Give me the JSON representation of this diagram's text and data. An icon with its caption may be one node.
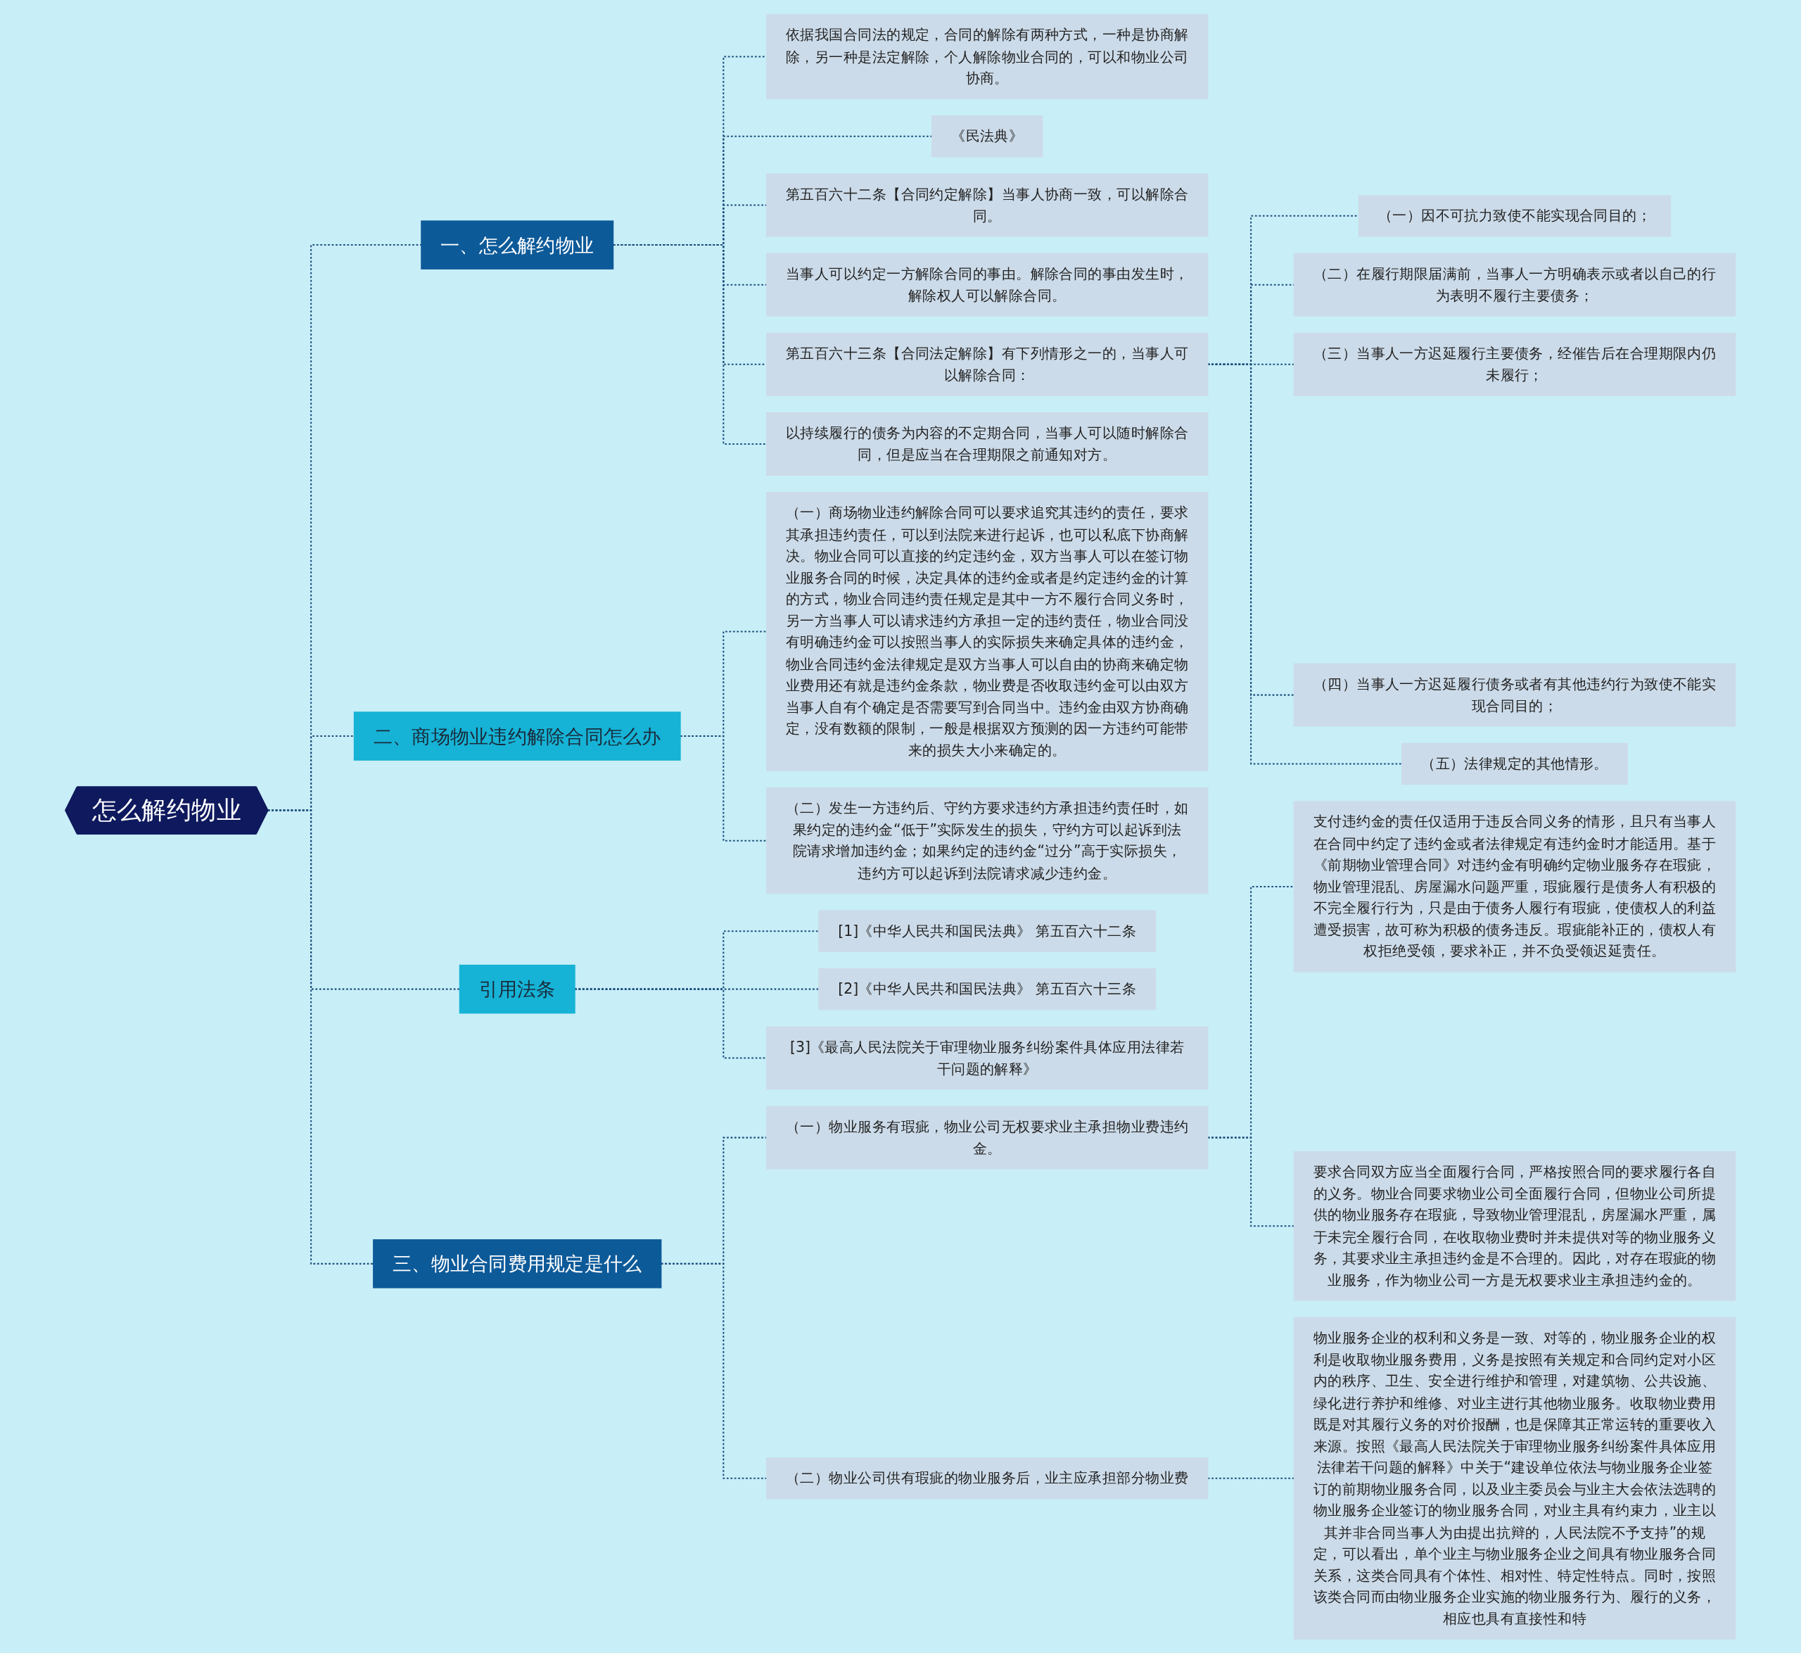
{
  "diagram": {
    "nodes": [
      {
        "text": [
          "怎么解约物业"
        ]
      },
      {
        "text": [
          "一、怎么解约物业"
        ]
      },
      {
        "text": [
          "依据我国合同法的规定，合同的解除有两种方式，一种是协商解除，另一种是法定解除，个人解除物业合同的，可以和物业公司协商。"
        ]
      },
      {
        "text": [
          "《民法典》"
        ]
      },
      {
        "text": [
          "第五百六十二条【合同约定解除】当事人协商一致，可以解除合同。"
        ]
      },
      {
        "text": [
          "当事人可以约定一方解除合同的事由。解除合同的事由发生时，解除权人可以解除合同。"
        ]
      },
      {
        "text": [
          "第五百六十三条【合同法定解除】有下列情形之一的，当事人可以解除合同："
        ]
      },
      {
        "text": [
          "（一）因不可抗力致使不能实现合同目的；"
        ]
      },
      {
        "text": [
          "（二）在履行期限届满前，当事人一方明确表示或者以自己的行为表明不履行主要债务；"
        ]
      },
      {
        "text": [
          "（三）当事人一方迟延履行主要债务，经催告后在合理期限内仍未履行；"
        ]
      },
      {
        "text": [
          "（四）当事人一方迟延履行债务或者有其他违约行为致使不能实现合同目的；"
        ]
      },
      {
        "text": [
          "（五）法律规定的其他情形。"
        ]
      },
      {
        "text": [
          "以持续履行的债务为内容的不定期合同，当事人可以随时解除合同，但是应当在合理期限之前通知对方。"
        ]
      },
      {
        "text": [
          "二、商场物业违约解除合同怎么办"
        ]
      },
      {
        "text": [
          "（一）商场物业违约解除合同可以要求追究其违约的责任，要求其承担违约责任，可以到法院来进行起诉，也可以私底下协商解决。物业合同可以直接的约定违约金，双方当事人可以在签订物业服务合同的时候，决定具体的违约金或者是约定违约金的计算的方式，物业合同违约责任规定是其中一方不履行合同义务时，另一方当事人可以请求违约方承担一定的违约责任，物业合同没有明确违约金可以按照当事人的实际损失来确定具体的违约金，物业合同违约金法律规定是双方当事人可以自由的协商来确定物业费用还有就是违约金条款，物业费是否收取违约金可以由双方当事人自有个确定是否需要写到合同当中。违约金由双方协商确定，没有数额的限制，一般是根据双方预测的因一方违约可能带来的损失大小来确定的。"
        ]
      },
      {
        "text": [
          "（二）发生一方违约后、守约方要求违约方承担违约责任时，如果约定的违约金“低于”实际发生的损失，守约方可以起诉到法院请求增加违约金；如果约定的违约金“过分”高于实际损失，违约方可以起诉到法院请求减少违约金。"
        ]
      },
      {
        "text": [
          "引用法条"
        ]
      },
      {
        "text": [
          "[1]《中华人民共和国民法典》 第五百六十二条"
        ]
      },
      {
        "text": [
          "[2]《中华人民共和国民法典》 第五百六十三条"
        ]
      },
      {
        "text": [
          "[3]《最高人民法院关于审理物业服务纠纷案件具体应用法律若干问题的解释》"
        ]
      },
      {
        "text": [
          "三、物业合同费用规定是什么"
        ]
      },
      {
        "text": [
          "（一）物业服务有瑕疵，物业公司无权要求业主承担物业费违约金。"
        ]
      },
      {
        "text": [
          "支付违约金的责任仅适用于违反合同义务的情形，且只有当事人在合同中约定了违约金或者法律规定有违约金时才能适用。基于《前期物业管理合同》对违约金有明确约定物业服务存在瑕疵，物业管理混乱、房屋漏水问题严重，瑕疵履行是债务人有积极的不完全履行行为，只是由于债务人履行有瑕疵，使债权人的利益遭受损害，故可称为积极的债务违反。瑕疵能补正的，债权人有权拒绝受领，要求补正，并不负受领迟延责任。"
        ]
      },
      {
        "text": [
          "要求合同双方应当全面履行合同，严格按照合同的要求履行各自的义务。物业合同要求物业公司全面履行合同，但物业公司所提供的物业服务存在瑕疵，导致物业管理混乱，房屋漏水严重，属于未完全履行合同，在收取物业费时并未提供对等的物业服务义务，其要求业主承担违约金是不合理的。因此，对存在瑕疵的物业服务，作为物业公司一方是无权要求业主承担违约金的。"
        ]
      },
      {
        "text": [
          "（二）物业公司供有瑕疵的物业服务后，业主应承担部分物业费"
        ]
      },
      {
        "text": [
          "物业服务企业的权利和义务是一致、对等的，物业服务企业的权利是收取物业服务费用，义务是按照有关规定和合同约定对小区内的秩序、卫生、安全进行维护和管理，对建筑物、公共设施、绿化进行养护和维修、对业主进行其他物业服务。收取物业费用既是对其履行义务的对价报酬，也是保障其正常运转的重要收入来源。按照《最高人民法院关于审理物业服务纠纷案件具体应用法律若干问题的解释》中关于“建设单位依法与物业服务企业签订的前期物业服务合同，以及业主委员会与业主大会依法选聘的物业服务企业签订的物业服务合同，对业主具有约束力，业主以其并非合同当事人为由提出抗辩的，人民法院不予支持”的规定，可以看出，单个业主与物业服务企业之间具有物业服务合同关系，这类合同具有个体性、相对性、特定性特点。同时，按照该类合同而由物业服务企业实施的物业服务行为、履行的义务，相应也具有直接性和特"
        ]
      }
    ],
    "edges": [
      {
        "from": 0,
        "to": 1,
        "arrow": "none",
        "style": "dashed"
      },
      {
        "from": 1,
        "to": 2,
        "arrow": "none",
        "style": "dashed"
      },
      {
        "from": 1,
        "to": 3,
        "arrow": "none",
        "style": "dashed"
      },
      {
        "from": 1,
        "to": 4,
        "arrow": "none",
        "style": "dashed"
      },
      {
        "from": 1,
        "to": 5,
        "arrow": "none",
        "style": "dashed"
      },
      {
        "from": 1,
        "to": 6,
        "arrow": "none",
        "style": "dashed"
      },
      {
        "from": 6,
        "to": 7,
        "arrow": "none",
        "style": "dashed"
      },
      {
        "from": 6,
        "to": 8,
        "arrow": "none",
        "style": "dashed"
      },
      {
        "from": 6,
        "to": 9,
        "arrow": "none",
        "style": "dashed"
      },
      {
        "from": 6,
        "to": 10,
        "arrow": "none",
        "style": "dashed"
      },
      {
        "from": 6,
        "to": 11,
        "arrow": "none",
        "style": "dashed"
      },
      {
        "from": 1,
        "to": 12,
        "arrow": "none",
        "style": "dashed"
      },
      {
        "from": 0,
        "to": 13,
        "arrow": "none",
        "style": "dashed"
      },
      {
        "from": 13,
        "to": 14,
        "arrow": "none",
        "style": "dashed"
      },
      {
        "from": 13,
        "to": 15,
        "arrow": "none",
        "style": "dashed"
      },
      {
        "from": 0,
        "to": 16,
        "arrow": "none",
        "style": "dashed"
      },
      {
        "from": 16,
        "to": 17,
        "arrow": "none",
        "style": "dashed"
      },
      {
        "from": 16,
        "to": 18,
        "arrow": "none",
        "style": "dashed"
      },
      {
        "from": 16,
        "to": 19,
        "arrow": "none",
        "style": "dashed"
      },
      {
        "from": 0,
        "to": 20,
        "arrow": "none",
        "style": "dashed"
      },
      {
        "from": 20,
        "to": 21,
        "arrow": "none",
        "style": "dashed"
      },
      {
        "from": 21,
        "to": 22,
        "arrow": "none",
        "style": "dashed"
      },
      {
        "from": 21,
        "to": 23,
        "arrow": "none",
        "style": "dashed"
      },
      {
        "from": 20,
        "to": 24,
        "arrow": "none",
        "style": "dashed"
      },
      {
        "from": 24,
        "to": 25,
        "arrow": "none",
        "style": "dashed"
      }
    ]
  }
}
